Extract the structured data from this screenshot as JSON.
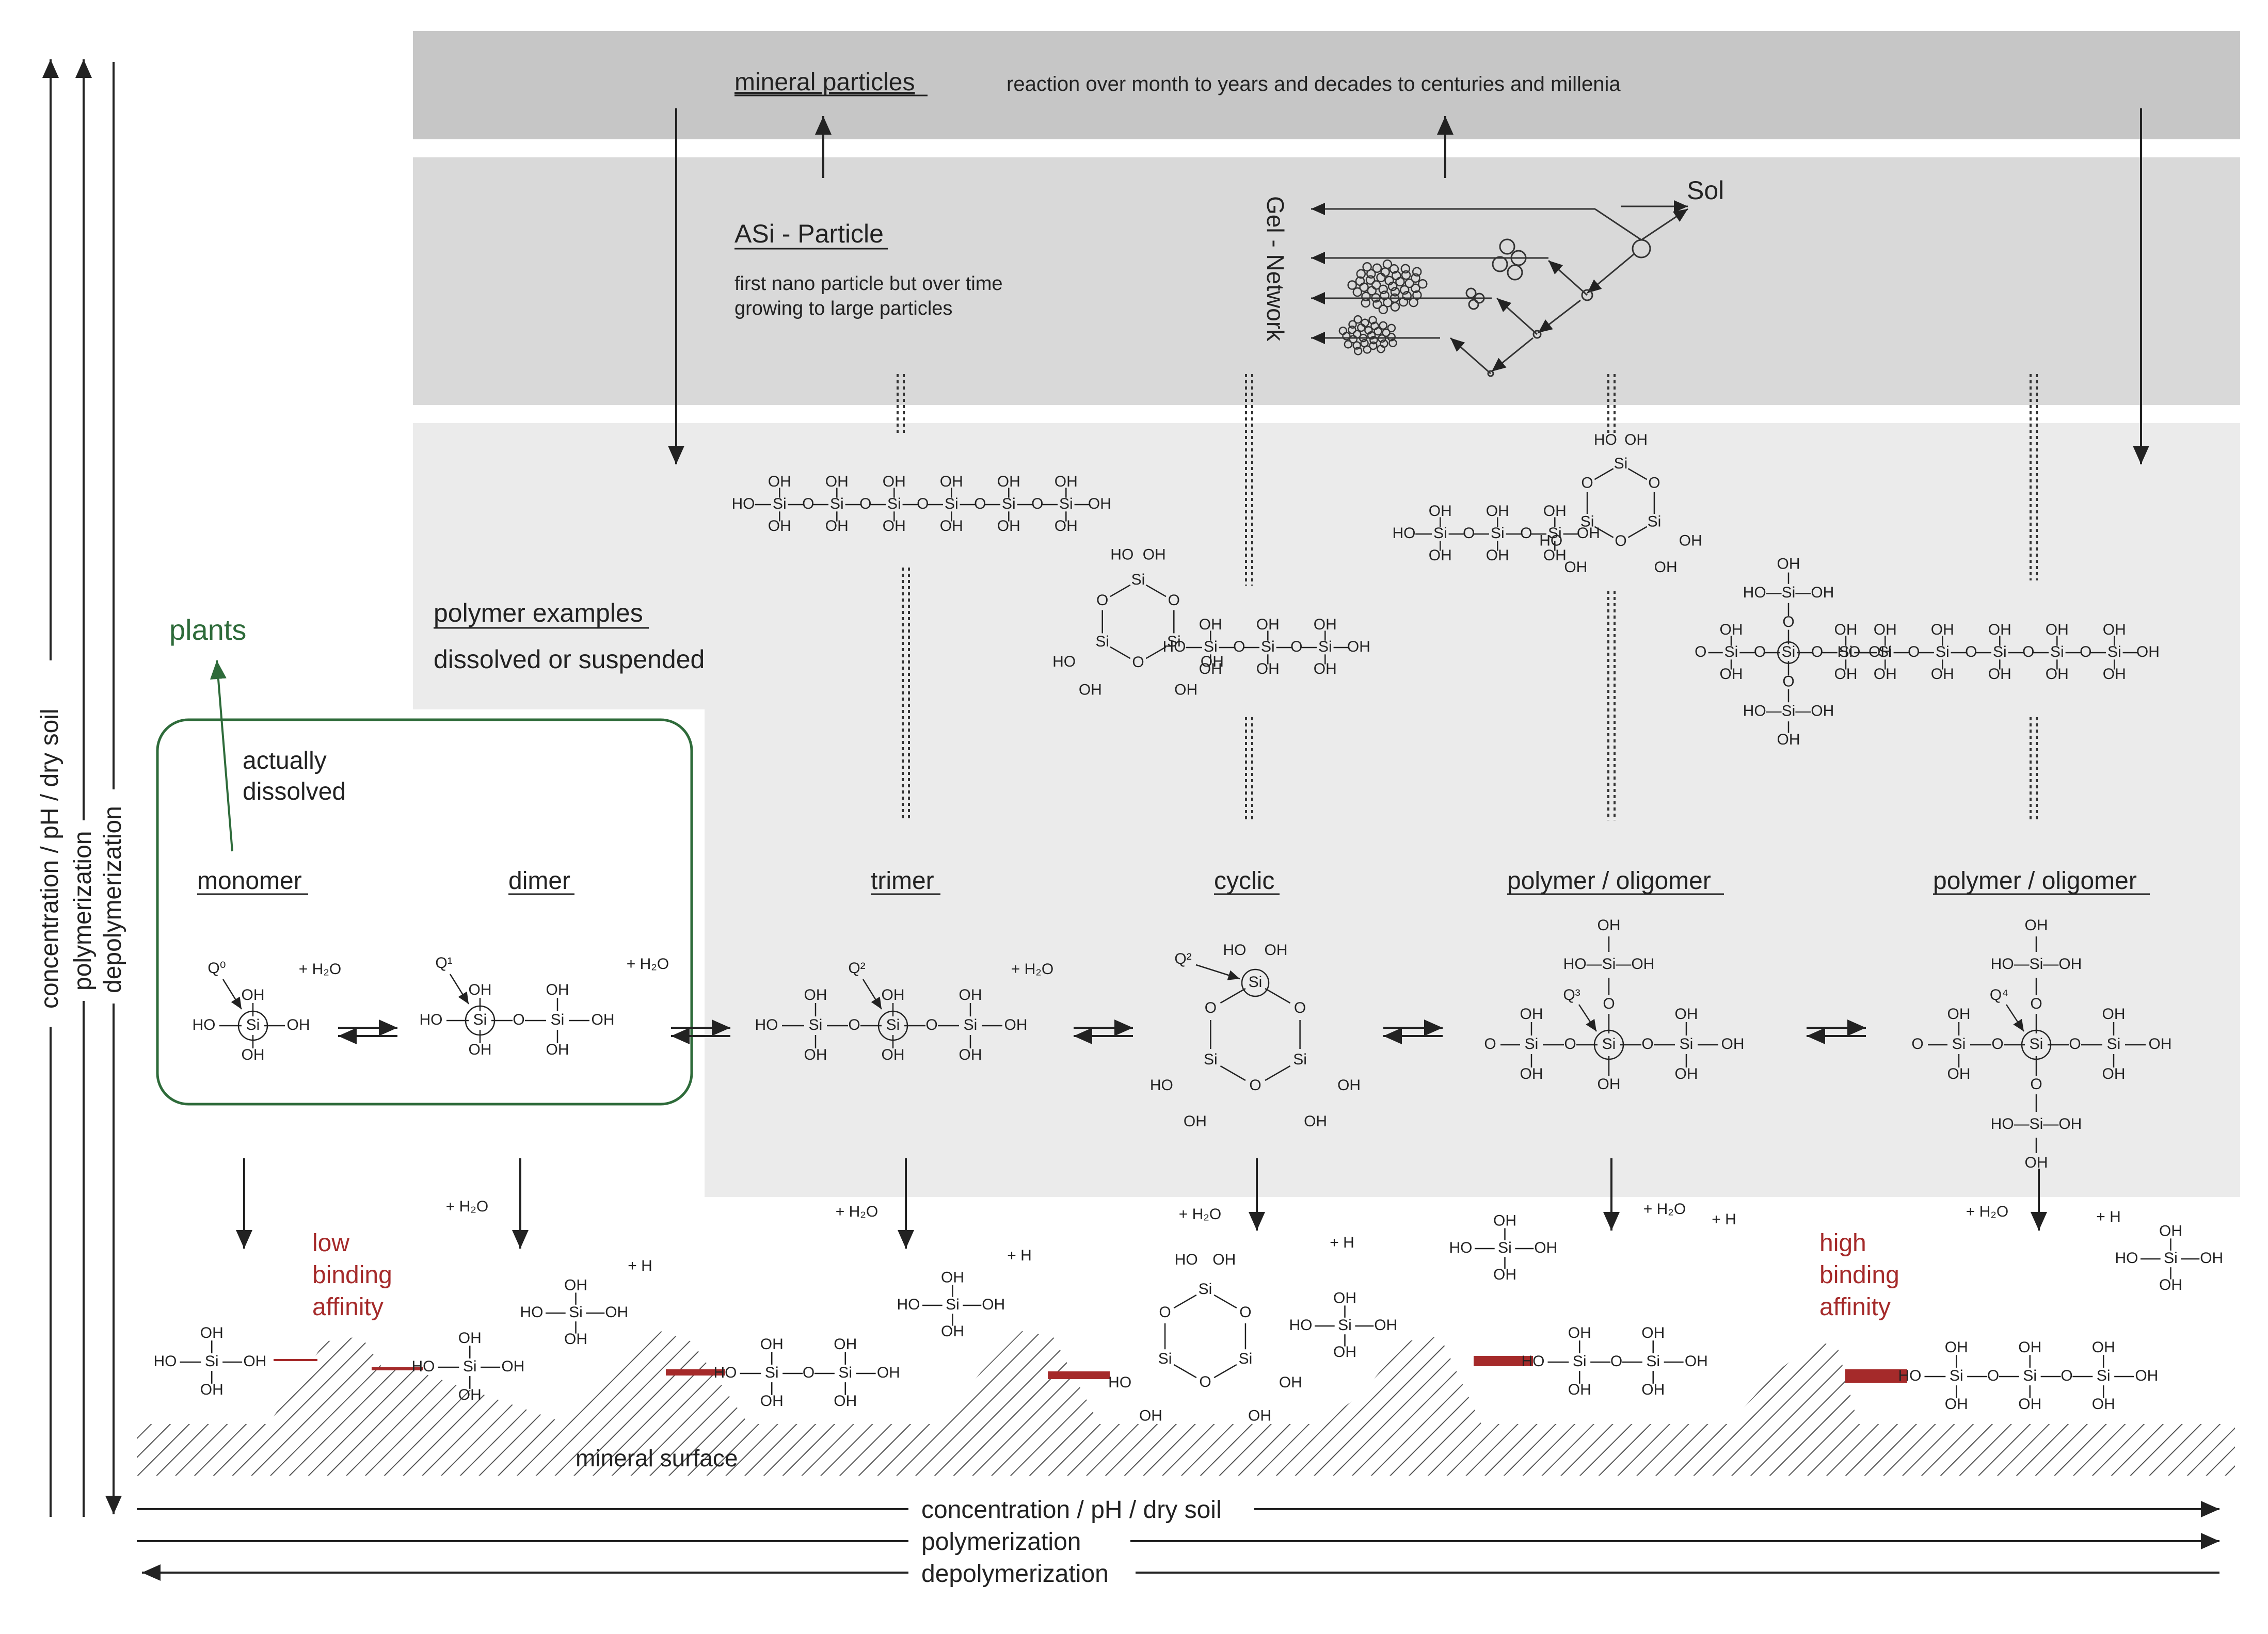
{
  "bands": {
    "top": {
      "label": "mineral particles",
      "note": "reaction over month to years and decades to centuries and millenia"
    },
    "asi": {
      "label": "ASi - Particle",
      "note_line1": "first nano particle but over time",
      "note_line2": "growing to large particles",
      "gel_label": "Gel - Network",
      "sol_label": "Sol"
    },
    "polymer": {
      "label": "polymer examples",
      "sub": "dissolved or suspended"
    }
  },
  "plants": {
    "label": "plants",
    "box_line1": "actually",
    "box_line2": "dissolved"
  },
  "species": {
    "monomer": "monomer",
    "dimer": "dimer",
    "trimer": "trimer",
    "cyclic": "cyclic",
    "polymer1": "polymer / oligomer",
    "polymer2": "polymer / oligomer"
  },
  "q_labels": {
    "q0": "Q⁰",
    "q1": "Q¹",
    "q2a": "Q²",
    "q2b": "Q²",
    "q3": "Q³",
    "q4": "Q⁴"
  },
  "reagents": {
    "water": "+ H₂O",
    "h": "+ H"
  },
  "binding": {
    "low_line1": "low",
    "low_line2": "binding",
    "low_line3": "affinity",
    "high_line1": "high",
    "high_line2": "binding",
    "high_line3": "affinity"
  },
  "surface_label": "mineral surface",
  "axes": {
    "x_concentration": "concentration / pH / dry soil",
    "x_polymerization": "polymerization",
    "x_depolymerization": "depolymerization",
    "y_concentration": "concentration / pH / dry soil",
    "y_polymerization": "polymerization",
    "y_depolymerization": "depolymerization"
  },
  "chem": {
    "si": "Si",
    "o": "O",
    "oh": "OH",
    "ho": "HO",
    "ho_si": "HO—Si—OH",
    "o_si": "O—Si—O"
  },
  "colors": {
    "band_dark": "#c6c6c6",
    "band_mid": "#d9d9d9",
    "band_light": "#ebebeb",
    "green": "#2e6b3a",
    "red": "#a52a2a",
    "ink": "#222222"
  }
}
